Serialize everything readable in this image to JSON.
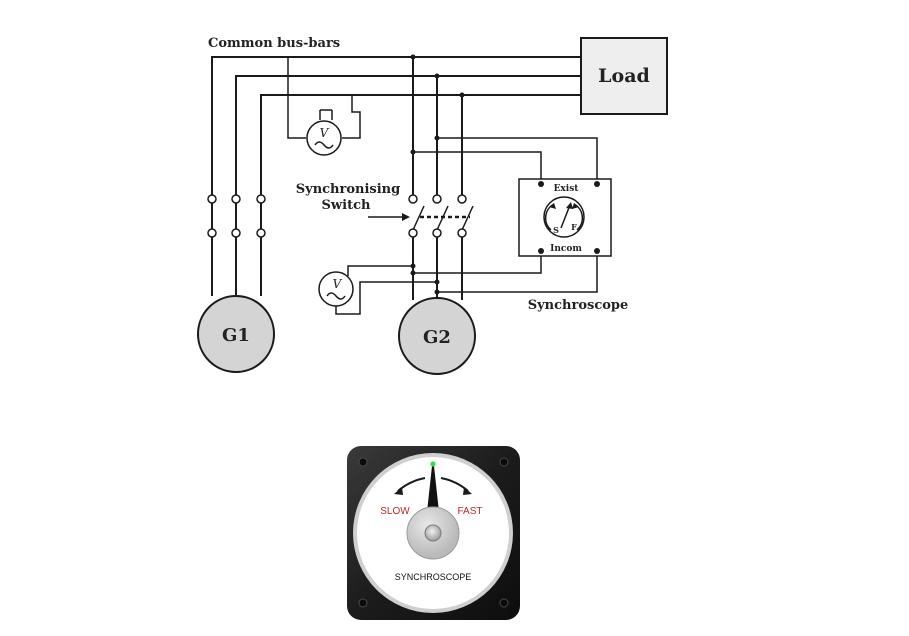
{
  "diagram": {
    "bus_bars_label": "Common bus-bars",
    "load_label": "Load",
    "switch_label_line1": "Synchronising",
    "switch_label_line2": "Switch",
    "synchroscope_label": "Synchroscope",
    "scope_exist": "Exist",
    "scope_incom": "Incom",
    "scope_s": "S",
    "scope_f": "F",
    "voltmeter_symbol": "V",
    "generator1": "G1",
    "generator2": "G2"
  },
  "meter": {
    "slow_label": "SLOW",
    "fast_label": "FAST",
    "title": "SYNCHROSCOPE",
    "slow_color": "#c0282a",
    "fast_color": "#c0282a",
    "needle_tip_color": "#3dd94a",
    "bezel_color": "#1c1c1c"
  }
}
